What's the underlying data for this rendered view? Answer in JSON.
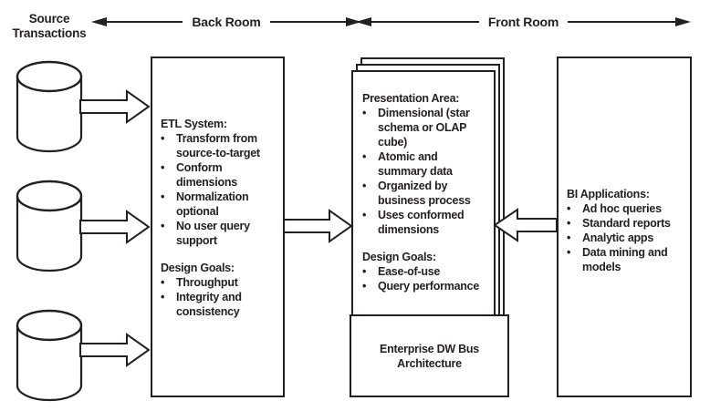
{
  "colors": {
    "ink": "#231F20",
    "background": "#FFFFFF"
  },
  "glyphs": {
    "bullet": "•"
  },
  "header": {
    "source_line1": "Source",
    "source_line2": "Transactions",
    "back_room": "Back Room",
    "front_room": "Front Room"
  },
  "back_room": {
    "etl": {
      "title": "ETL System:",
      "items": [
        "Transform from source-to-target",
        "Conform dimensions",
        "Normalization optional",
        "No user query support"
      ],
      "design_goals_title": "Design Goals:",
      "design_goals": [
        "Throughput",
        "Integrity and consistency"
      ]
    }
  },
  "front_room": {
    "presentation": {
      "title": "Presentation Area:",
      "items": [
        "Dimensional (star schema or OLAP cube)",
        "Atomic and summary data",
        "Organized by business process",
        "Uses conformed dimensions"
      ],
      "design_goals_title": "Design Goals:",
      "design_goals": [
        "Ease-of-use",
        "Query performance"
      ]
    },
    "bus": {
      "label": "Enterprise DW Bus Architecture"
    },
    "bi": {
      "title": "BI Applications:",
      "items": [
        "Ad hoc queries",
        "Standard reports",
        "Analytic apps",
        "Data mining and models"
      ]
    }
  }
}
